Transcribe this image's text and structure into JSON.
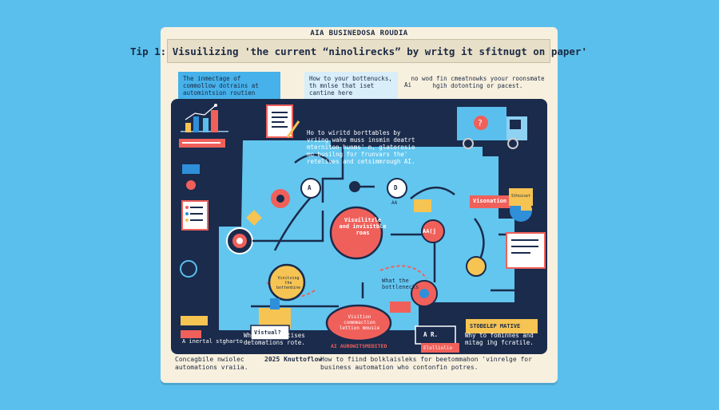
{
  "header": {
    "brand": "AIA BUSINEDOSA ROUDIA",
    "title": "Tip 1: Visuilizing 'the current “ninolirecks” by writg it sfitnugt on paper'"
  },
  "top_info": {
    "box_a": "The inmectage of commollow dotrains at automintsion routien",
    "box_b": "How to your bottenucks, th mnlse that iset cantine here",
    "box_b_tag": "Ai",
    "box_c": "no wod fin cmeatnowks yoour roonsmate hgih dotonting or pacest."
  },
  "diagram": {
    "intro_text": "Ho to wiritd borttables by vriing wake muss insmin deatrt mterniton hunms' n, glatorosio mo busilng for frunvars the' retelives and cetsimmrough AI.",
    "nodes": {
      "center": "Visuilitzle and invisitble roas",
      "a": "A",
      "d": "D",
      "d_sub": "AA",
      "aa": "AA(j",
      "visionation": "Visonation",
      "vinitzing": "Vinitzing the bottenbine",
      "what": "What the bottlenecks",
      "cloud": "Visition commmaction lettion mmusie",
      "ai_label": "AI AUROWITSMEDITED",
      "ar": "A R.",
      "badge": "Elolliolio",
      "vistual": "Vistual?",
      "stobelop": "STOBELEP MATIVE",
      "grid": "Sthoiset",
      "caption_left": "A inertal stgharto.",
      "caption_mid": "Who make wontises detomations rote.",
      "caption_right": "Why to fominnes and mitag ihg fcratile."
    }
  },
  "footer": {
    "left": "Concagbile nwiolec automations vraiia.",
    "mid": "2025 Knuttoflow",
    "right": "How to fiind bolklaisleks for beetommahon 'vinrelge for business automation who contonfin potres."
  },
  "colors": {
    "background": "#5bbfed",
    "poster": "#f8f0de",
    "panel": "#1a2b4c",
    "panel_inner": "#63c6ef",
    "accent_red": "#f0605a",
    "accent_yellow": "#f6c453",
    "accent_blue": "#2f8fd8"
  }
}
